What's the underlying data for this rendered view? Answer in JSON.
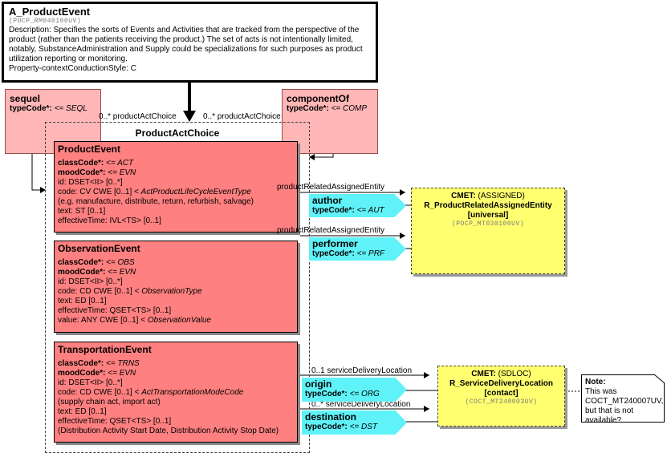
{
  "entry": {
    "title": "A_ProductEvent",
    "id": "(POCP_RM040100UV)",
    "description": "Description: Specifies the sorts of Events and Activities that are tracked from the perspective of the product (rather than the patients receiving the product.) The set of acts is not intentionally limited, notably, SubstanceAdministration and Supply could be specializations for such purposes as product utilization reporting or monitoring.",
    "conduction": "Property-contextConductionStyle: C"
  },
  "sequel": {
    "title": "sequel",
    "typecode_label": "typeCode*:",
    "typecode_value": "<= SEQL",
    "mult": "0..* productActChoice"
  },
  "componentOf": {
    "title": "componentOf",
    "typecode_label": "typeCode*:",
    "typecode_value": "<= COMP",
    "mult": "0..* productActChoice"
  },
  "choice": {
    "title": "ProductActChoice"
  },
  "product_event": {
    "title": "ProductEvent",
    "class_label": "classCode*:",
    "class_value": "<= ACT",
    "mood_label": "moodCode*:",
    "mood_value": "<= EVN",
    "id": "id: DSET<II> [0..*]",
    "code_prefix": "code: CV CWE [0..1] <",
    "code_value": "ActProductLifeCycleEventType",
    "code_note": " (e.g. manufacture, distribute, return, refurbish, salvage)",
    "text": "text: ST [0..1]",
    "effective": "effectiveTime: IVL<TS> [0..1]"
  },
  "observation_event": {
    "title": "ObservationEvent",
    "class_label": "classCode*:",
    "class_value": "<= OBS",
    "mood_label": "moodCode*:",
    "mood_value": "<= EVN",
    "id": "id: DSET<II> [0..*]",
    "code_prefix": "code: CD CWE [0..1] <",
    "code_value": "ObservationType",
    "text": "text: ED [0..1]",
    "effective": "effectiveTime: QSET<TS> [0..1]",
    "value_prefix": "value: ANY CWE [0..1] <",
    "value_value": "ObservationValue"
  },
  "transportation_event": {
    "title": "TransportationEvent",
    "class_label": "classCode*:",
    "class_value": "<= TRNS",
    "mood_label": "moodCode*:",
    "mood_value": "<= EVN",
    "id": "id: DSET<II> [0..*]",
    "code_prefix": "code: CD CWE [0..1] <",
    "code_value": "ActTransportationModeCode",
    "code_note": " (supply chain act, import act)",
    "text": "text: ED [0..1]",
    "effective": "effectiveTime: QSET<TS> [0..1]",
    "effective_note": " (Distribution Activity Start Date, Distribution Activity Stop Date)"
  },
  "author": {
    "title": "author",
    "typecode_label": "typeCode*:",
    "typecode_value": "<= AUT",
    "mult": "productRelatedAssignedEntity"
  },
  "performer": {
    "title": "performer",
    "typecode_label": "typeCode*:",
    "typecode_value": "<= PRF",
    "mult": "productRelatedAssignedEntity"
  },
  "origin": {
    "title": "origin",
    "typecode_label": "typeCode*:",
    "typecode_value": "<= ORG",
    "mult": "0..1 serviceDeliveryLocation"
  },
  "destination": {
    "title": "destination",
    "typecode_label": "typeCode*:",
    "typecode_value": "<= DST",
    "mult": "0..* serviceDeliveryLocation"
  },
  "cmet_assigned": {
    "label": "CMET:",
    "kind": "(ASSIGNED)",
    "name": "R_ProductRelatedAssignedEntity",
    "variant": "[universal]",
    "id": "(POCP_MT030100UV)"
  },
  "cmet_sdloc": {
    "label": "CMET:",
    "kind": "(SDLOC)",
    "name": "R_ServiceDeliveryLocation",
    "variant": "[contact]",
    "id": "(COCT_MT240003UV)"
  },
  "note": {
    "title": "Note:",
    "text": "This was COCT_MT240007UV, but that is not available?"
  },
  "colors": {
    "red": "#ff8080",
    "pink": "#ffb6b6",
    "cyan": "#5ff2f8",
    "yellow": "#ffff70"
  }
}
